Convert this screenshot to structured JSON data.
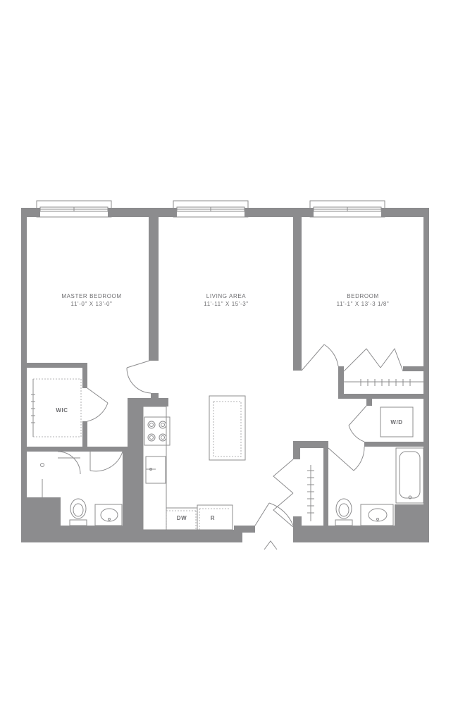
{
  "rooms": {
    "master_bedroom": {
      "name": "MASTER BEDROOM",
      "dims": "11'-0\" X 13'-0\""
    },
    "living_area": {
      "name": "LIVING AREA",
      "dims": "11'-11\" X 15'-3\""
    },
    "bedroom": {
      "name": "BEDROOM",
      "dims": "11'-1\" X 13'-3 1/8\""
    },
    "wic": {
      "name": "WIC"
    },
    "wd": {
      "name": "W/D"
    }
  },
  "appliances": {
    "dw": "DW",
    "r": "R"
  },
  "colors": {
    "wall": "#8c8c8e",
    "text": "#6d6d70",
    "background": "#ffffff"
  }
}
